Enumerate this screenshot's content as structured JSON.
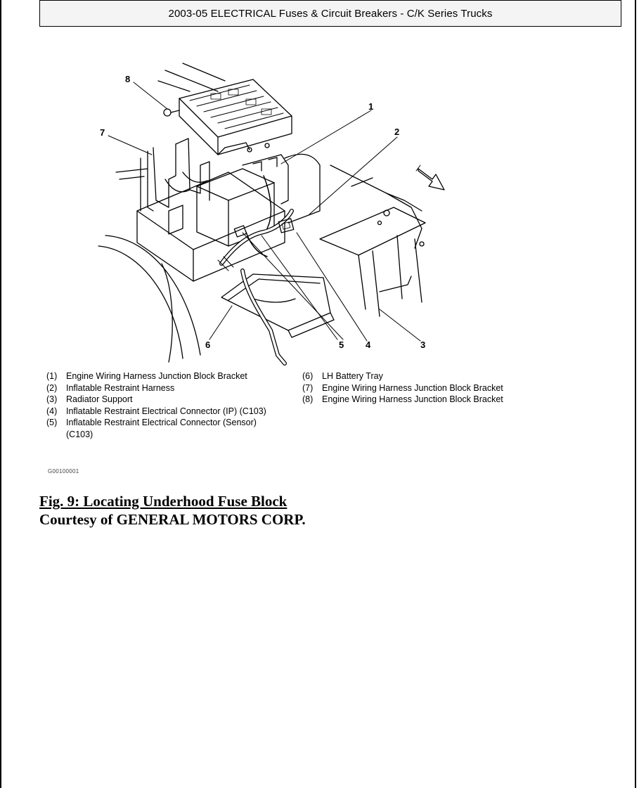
{
  "header": {
    "title": "2003-05 ELECTRICAL Fuses & Circuit Breakers - C/K Series Trucks"
  },
  "figure": {
    "callouts": [
      "1",
      "2",
      "3",
      "4",
      "5",
      "6",
      "7",
      "8"
    ],
    "graphic_code": "G00100001"
  },
  "legend": {
    "left": [
      {
        "num": "(1)",
        "text": "Engine Wiring Harness Junction Block Bracket"
      },
      {
        "num": "(2)",
        "text": "Inflatable Restraint Harness"
      },
      {
        "num": "(3)",
        "text": "Radiator Support"
      },
      {
        "num": "(4)",
        "text": "Inflatable Restraint Electrical Connector (IP) (C103)"
      },
      {
        "num": "(5)",
        "text": "Inflatable Restraint Electrical Connector (Sensor) (C103)"
      }
    ],
    "right": [
      {
        "num": "(6)",
        "text": "LH Battery Tray"
      },
      {
        "num": "(7)",
        "text": "Engine Wiring Harness Junction Block Bracket"
      },
      {
        "num": "(8)",
        "text": "Engine Wiring Harness Junction Block Bracket"
      }
    ]
  },
  "caption": {
    "title": "Fig. 9: Locating Underhood Fuse Block",
    "courtesy": "Courtesy of GENERAL MOTORS CORP."
  }
}
